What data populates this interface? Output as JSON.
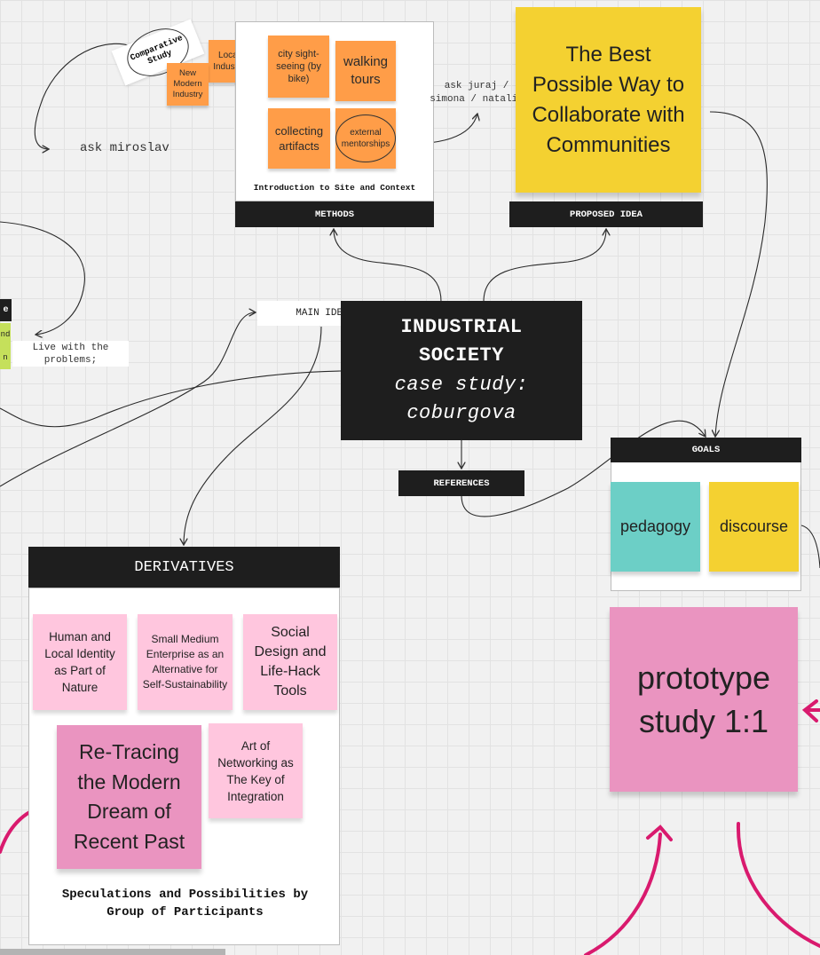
{
  "top_left": {
    "comparative_study": "Comparative Study",
    "local_industry": "Local Industry",
    "new_modern_industry": "New Modern Industry",
    "ask_miroslav": "ask miroslav"
  },
  "methods": {
    "header": "METHODS",
    "caption": "Introduction to Site and Context",
    "notes": [
      "city sight-seeing (by bike)",
      "walking tours",
      "collecting artifacts",
      "external mentorships"
    ]
  },
  "ask_juraj": "ask juraj / simona / natalia",
  "proposed_idea": {
    "note": "The Best Possible Way to Collaborate with Communities",
    "header": "PROPOSED IDEA"
  },
  "left_edge": {
    "cut_label": "e",
    "cut_note": "nd n",
    "live_problems": "Live with the problems;"
  },
  "main_idea": "MAIN IDEA",
  "center": {
    "line1": "INDUSTRIAL",
    "line2": "SOCIETY",
    "line3": "case study:",
    "line4": "coburgova"
  },
  "references": "REFERENCES",
  "goals": {
    "header": "GOALS",
    "pedagogy": "pedagogy",
    "discourse": "discourse"
  },
  "prototype": "prototype study 1:1",
  "derivatives": {
    "header": "DERIVATIVES",
    "notes": [
      "Human and Local Identity as Part of Nature",
      "Small Medium Enterprise as an Alternative for Self-Sustainability",
      "Social Design and Life-Hack Tools",
      "Re-Tracing the Modern Dream of Recent Past",
      "Art of Networking as The Key of Integration"
    ],
    "caption": "Speculations and Possibilities by Group of Participants"
  },
  "colors": {
    "dark": "#1e1e1e",
    "orange": "#ff9d48",
    "yellow": "#f4d131",
    "teal": "#6ccfc6",
    "pink": "#ffc6de",
    "hotpink": "#ea94c0",
    "magenta": "#d91a6e",
    "lime": "#c5e05b"
  }
}
